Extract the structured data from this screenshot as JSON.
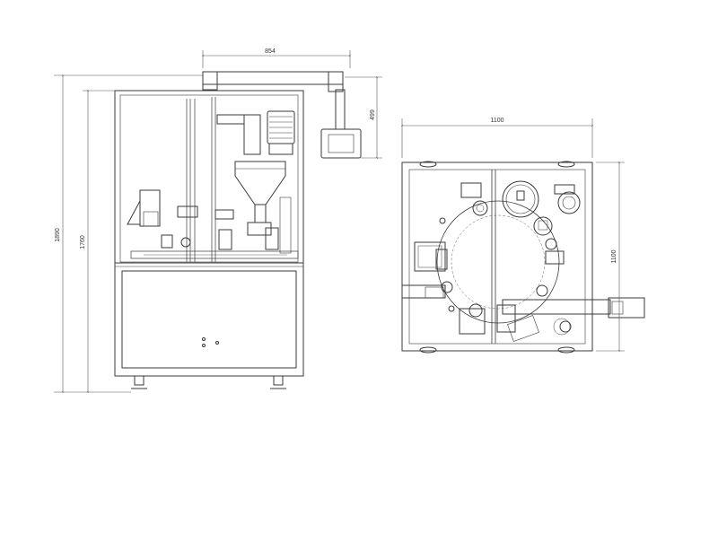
{
  "drawing": {
    "front_view": {
      "dim_width": "854",
      "dim_total_height": "1890",
      "dim_frame_height": "1760",
      "dim_arm_height": "499"
    },
    "top_view": {
      "dim_width": "1100",
      "dim_depth": "1100"
    },
    "colors": {
      "line": "#3a3a3a",
      "background": "#ffffff"
    }
  }
}
